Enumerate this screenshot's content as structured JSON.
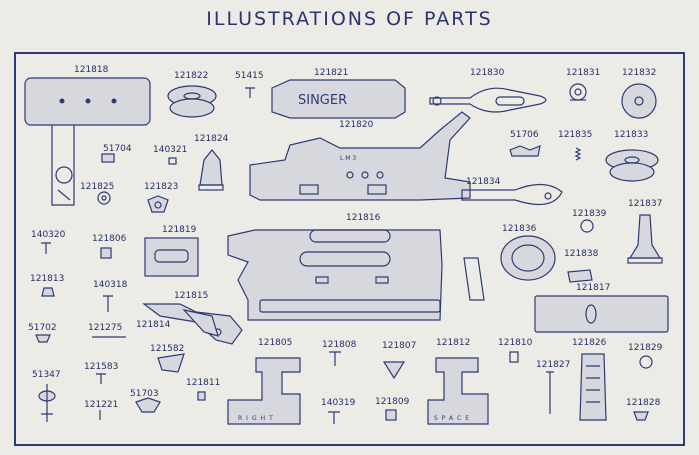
{
  "title": "ILLUSTRATIONS OF PARTS",
  "brand_text": "SINGER",
  "plate_marks": "L M 3",
  "gauge_words": {
    "left": "RIGHT",
    "right": "SPACE"
  },
  "labels": {
    "p121818": "121818",
    "p121822": "121822",
    "p51415": "51415",
    "p121821": "121821",
    "p121830": "121830",
    "p121831": "121831",
    "p121832": "121832",
    "p121820": "121820",
    "p51704": "51704",
    "p140321": "140321",
    "p121824": "121824",
    "p51706": "51706",
    "p121835": "121835",
    "p121833": "121833",
    "p121825": "121825",
    "p121823": "121823",
    "p121834": "121834",
    "p121839": "121839",
    "p121837": "121837",
    "p121816": "121816",
    "p140320": "140320",
    "p121806": "121806",
    "p121819": "121819",
    "p121836": "121836",
    "p121838": "121838",
    "p121813": "121813",
    "p140318": "140318",
    "p121817": "121817",
    "p121815": "121815",
    "p51702": "51702",
    "p121275": "121275",
    "p121814": "121814",
    "p121805": "121805",
    "p121808": "121808",
    "p121807": "121807",
    "p121812": "121812",
    "p121810": "121810",
    "p121826": "121826",
    "p121829": "121829",
    "p121582": "121582",
    "p121583": "121583",
    "p121827": "121827",
    "p51347": "51347",
    "p121811": "121811",
    "p51703": "51703",
    "p121221": "121221",
    "p140319": "140319",
    "p121809": "121809",
    "p121828": "121828"
  }
}
